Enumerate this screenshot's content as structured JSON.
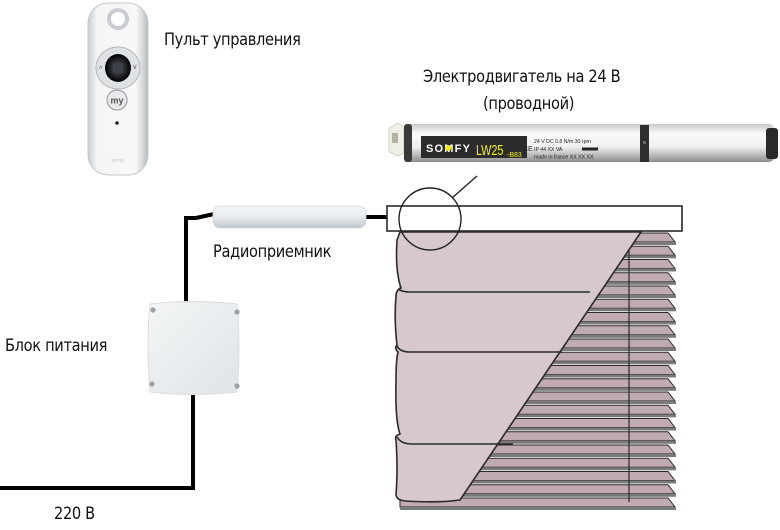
{
  "labels": {
    "remote": "Пульт управления",
    "motor_line1": "Электродвигатель на 24 В",
    "motor_line2": "(проводной)",
    "receiver": "Радиоприемник",
    "power_supply": "Блок питания",
    "mains": "220 В"
  },
  "remote": {
    "button_label": "my",
    "brand_mark": "somfy"
  },
  "motor": {
    "brand": "SOMFY",
    "model": "LW25",
    "model_suffix": "-B83",
    "spec_line1": "24 V DC   0.8 N/m   30 rpm",
    "spec_line2": "IP 44   XX VA",
    "spec_line3": "made in france   XX XX XX"
  },
  "colors": {
    "wire": "#000000",
    "blind_fabric": "#d6c8cd",
    "blind_slat": "#c0aab3",
    "outline": "#2a2a2a",
    "brand_yellow": "#f2ef1c",
    "device_white": "#eef1f3"
  },
  "blinds": {
    "fabric_folds": 3,
    "slat_count": 21
  }
}
